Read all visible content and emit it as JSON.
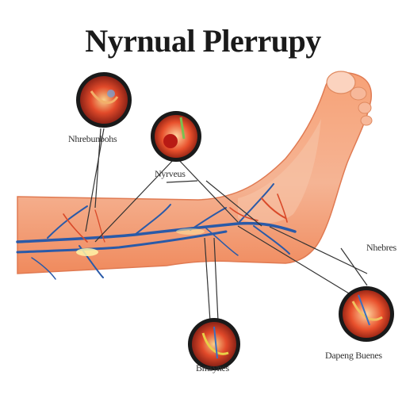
{
  "title": "Nyrnual Plerrupy",
  "callouts": [
    {
      "label": "Nhrebunbohs",
      "icon": "nerve-cell-icon"
    },
    {
      "label": "Nyrveus",
      "icon": "tissue-cross-section-icon"
    },
    {
      "label": "Nhebres",
      "icon": ""
    },
    {
      "label": "Dapeng Buenes",
      "icon": "nerve-bundle-icon"
    },
    {
      "label": "Bmsynes",
      "icon": "nerve-fiber-icon"
    }
  ],
  "colors": {
    "skin": "#f4a07a",
    "skin_light": "#fbd0b8",
    "vein_blue": "#2a5aa8",
    "nerve_red": "#d94a2a",
    "callout_line": "#333333"
  }
}
